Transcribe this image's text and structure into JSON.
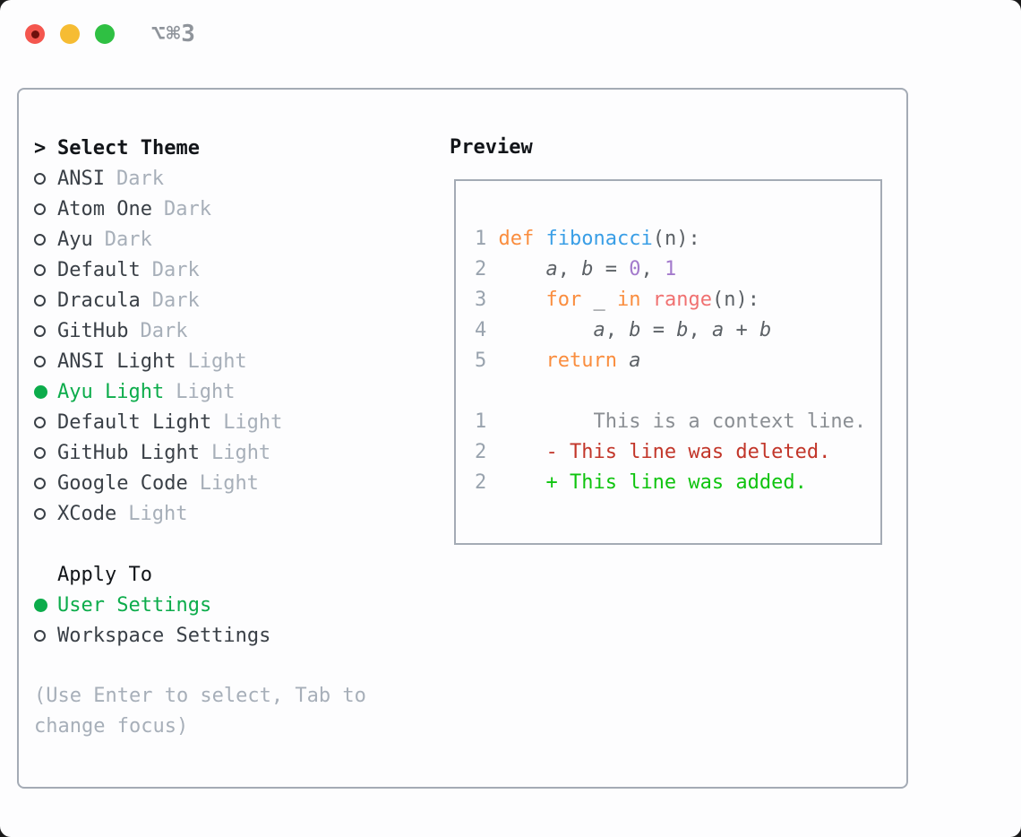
{
  "window": {
    "title": "⌥⌘3"
  },
  "theme_list": {
    "prompt": ">",
    "header": "Select Theme",
    "items": [
      {
        "name": "ANSI",
        "variant": "Dark",
        "selected": false
      },
      {
        "name": "Atom One",
        "variant": "Dark",
        "selected": false
      },
      {
        "name": "Ayu",
        "variant": "Dark",
        "selected": false
      },
      {
        "name": "Default",
        "variant": "Dark",
        "selected": false
      },
      {
        "name": "Dracula",
        "variant": "Dark",
        "selected": false
      },
      {
        "name": "GitHub",
        "variant": "Dark",
        "selected": false
      },
      {
        "name": "ANSI Light",
        "variant": "Light",
        "selected": false
      },
      {
        "name": "Ayu Light",
        "variant": "Light",
        "selected": true
      },
      {
        "name": "Default Light",
        "variant": "Light",
        "selected": false
      },
      {
        "name": "GitHub Light",
        "variant": "Light",
        "selected": false
      },
      {
        "name": "Google Code",
        "variant": "Light",
        "selected": false
      },
      {
        "name": "XCode",
        "variant": "Light",
        "selected": false
      }
    ]
  },
  "apply_to": {
    "header": "Apply To",
    "options": [
      {
        "label": "User Settings",
        "selected": true
      },
      {
        "label": "Workspace Settings",
        "selected": false
      }
    ]
  },
  "help": {
    "lines": [
      "(Use Enter to select, Tab to",
      "change focus)"
    ]
  },
  "preview": {
    "title": "Preview",
    "code_lines": [
      {
        "num": "1",
        "tokens": [
          {
            "t": "def",
            "c": "kw"
          },
          {
            "t": " ",
            "c": "fg"
          },
          {
            "t": "fibonacci",
            "c": "fn"
          },
          {
            "t": "(n):",
            "c": "fg"
          }
        ]
      },
      {
        "num": "2",
        "tokens": [
          {
            "t": "    ",
            "c": "fg"
          },
          {
            "t": "a",
            "c": "var"
          },
          {
            "t": ", ",
            "c": "fg"
          },
          {
            "t": "b",
            "c": "var"
          },
          {
            "t": " = ",
            "c": "fg"
          },
          {
            "t": "0",
            "c": "numc"
          },
          {
            "t": ", ",
            "c": "fg"
          },
          {
            "t": "1",
            "c": "numc"
          }
        ]
      },
      {
        "num": "3",
        "tokens": [
          {
            "t": "    ",
            "c": "fg"
          },
          {
            "t": "for",
            "c": "kw"
          },
          {
            "t": " _ ",
            "c": "fg"
          },
          {
            "t": "in",
            "c": "kw"
          },
          {
            "t": " ",
            "c": "fg"
          },
          {
            "t": "range",
            "c": "call"
          },
          {
            "t": "(n):",
            "c": "fg"
          }
        ]
      },
      {
        "num": "4",
        "tokens": [
          {
            "t": "        ",
            "c": "fg"
          },
          {
            "t": "a",
            "c": "var"
          },
          {
            "t": ", ",
            "c": "fg"
          },
          {
            "t": "b",
            "c": "var"
          },
          {
            "t": " = ",
            "c": "fg"
          },
          {
            "t": "b",
            "c": "var"
          },
          {
            "t": ", ",
            "c": "fg"
          },
          {
            "t": "a",
            "c": "var"
          },
          {
            "t": " + ",
            "c": "fg"
          },
          {
            "t": "b",
            "c": "var"
          }
        ]
      },
      {
        "num": "5",
        "tokens": [
          {
            "t": "    ",
            "c": "fg"
          },
          {
            "t": "return",
            "c": "kw"
          },
          {
            "t": " ",
            "c": "fg"
          },
          {
            "t": "a",
            "c": "var"
          }
        ]
      },
      {
        "num": "",
        "tokens": []
      },
      {
        "num": "1",
        "tokens": [
          {
            "t": "        This is a context line.",
            "c": "ctx"
          }
        ]
      },
      {
        "num": "2",
        "tokens": [
          {
            "t": "    - This line was deleted.",
            "c": "del"
          }
        ]
      },
      {
        "num": "2",
        "tokens": [
          {
            "t": "    + This line was added.",
            "c": "add"
          }
        ]
      }
    ]
  },
  "colors": {
    "border": "#A4ABB5",
    "black": "#121519",
    "dark": "#3A4047",
    "muted": "#A7AFB9",
    "green": "#0CAC4B",
    "kw": "#FA8D3E",
    "fn": "#399EE6",
    "numc": "#A37ACC",
    "call": "#F07171",
    "fg": "#5C6166",
    "lineno": "#99A3AE",
    "ctx": "#8A8E93",
    "del": "#C2362A",
    "add": "#0FC40F"
  }
}
